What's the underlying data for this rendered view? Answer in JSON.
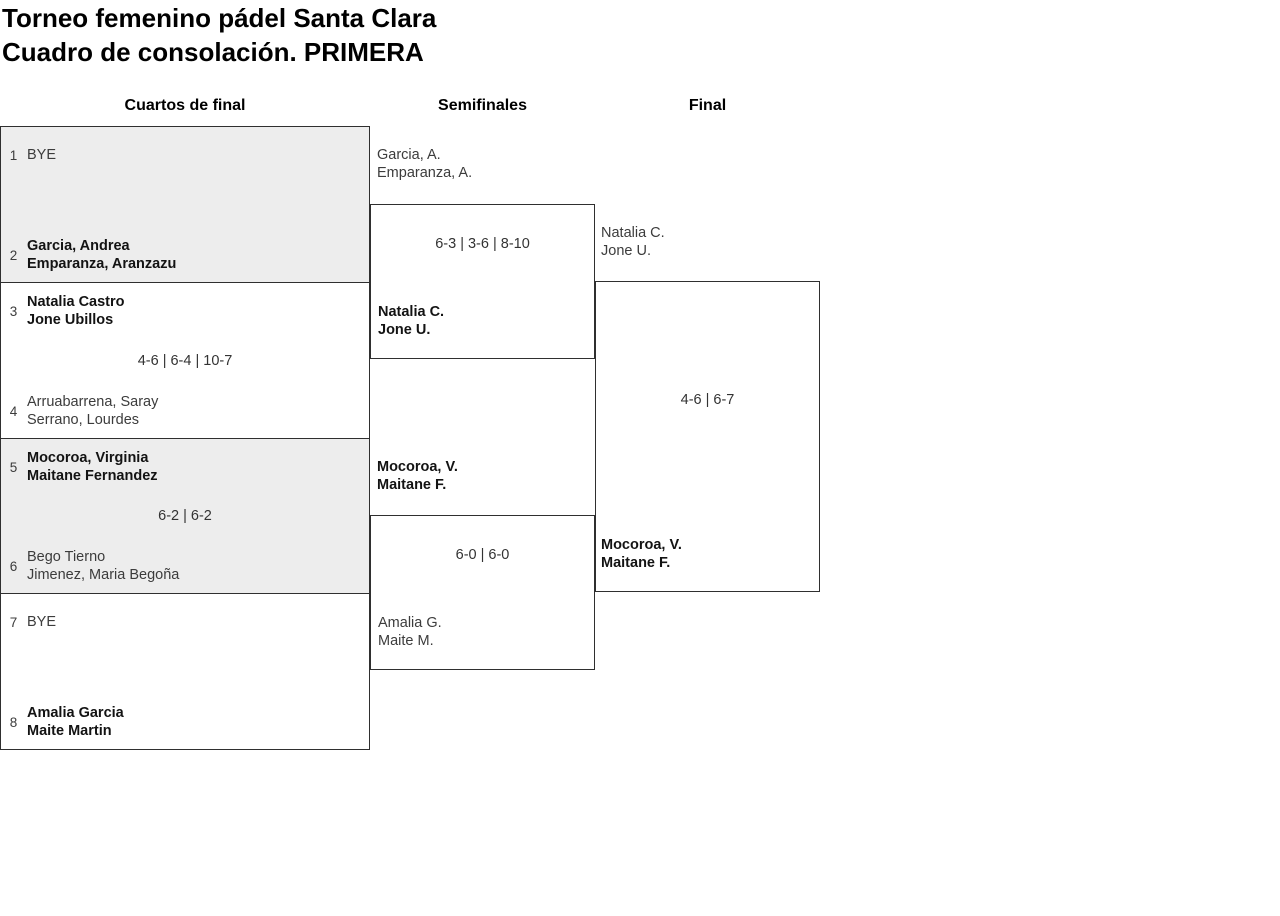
{
  "title": {
    "line1": "Torneo femenino pádel Santa Clara",
    "line2": "Cuadro de consolación. PRIMERA"
  },
  "rounds": {
    "quarters": "Cuartos de final",
    "semifinals": "Semifinales",
    "final": "Final"
  },
  "colors": {
    "shade": "#ededed",
    "line": "#2f2f2f",
    "text": "#3c3c3c",
    "winner_text": "#131313"
  },
  "quarterfinals": [
    {
      "shaded": true,
      "score": "",
      "top": {
        "seed": "1",
        "line1": "BYE",
        "line2": "",
        "winner": false
      },
      "bottom": {
        "seed": "2",
        "line1": "Garcia, Andrea",
        "line2": "Emparanza, Aranzazu",
        "winner": true
      }
    },
    {
      "shaded": false,
      "score": "4-6 | 6-4 | 10-7",
      "top": {
        "seed": "3",
        "line1": "Natalia Castro",
        "line2": "Jone Ubillos",
        "winner": true
      },
      "bottom": {
        "seed": "4",
        "line1": "Arruabarrena, Saray",
        "line2": "Serrano, Lourdes",
        "winner": false
      }
    },
    {
      "shaded": true,
      "score": "6-2 | 6-2",
      "top": {
        "seed": "5",
        "line1": "Mocoroa, Virginia",
        "line2": "Maitane Fernandez",
        "winner": true
      },
      "bottom": {
        "seed": "6",
        "line1": "Bego Tierno",
        "line2": "Jimenez, Maria Begoña",
        "winner": false
      }
    },
    {
      "shaded": false,
      "score": "",
      "top": {
        "seed": "7",
        "line1": "BYE",
        "line2": "",
        "winner": false
      },
      "bottom": {
        "seed": "8",
        "line1": "Amalia Garcia",
        "line2": "Maite Martin",
        "winner": true
      }
    }
  ],
  "semifinals": [
    {
      "score": "6-3 | 3-6 | 8-10",
      "top": {
        "line1": "Garcia, A.",
        "line2": "Emparanza, A.",
        "winner": false
      },
      "bottom": {
        "line1": "Natalia C.",
        "line2": "Jone U.",
        "winner": true
      }
    },
    {
      "score": "6-0 | 6-0",
      "top": {
        "line1": "Mocoroa, V.",
        "line2": "Maitane F.",
        "winner": true
      },
      "bottom": {
        "line1": "Amalia G.",
        "line2": "Maite M.",
        "winner": false
      }
    }
  ],
  "final": {
    "score": "4-6 | 6-7",
    "top": {
      "line1": "Natalia C.",
      "line2": "Jone U.",
      "winner": false
    },
    "bottom": {
      "line1": "Mocoroa, V.",
      "line2": "Maitane F.",
      "winner": true
    }
  }
}
